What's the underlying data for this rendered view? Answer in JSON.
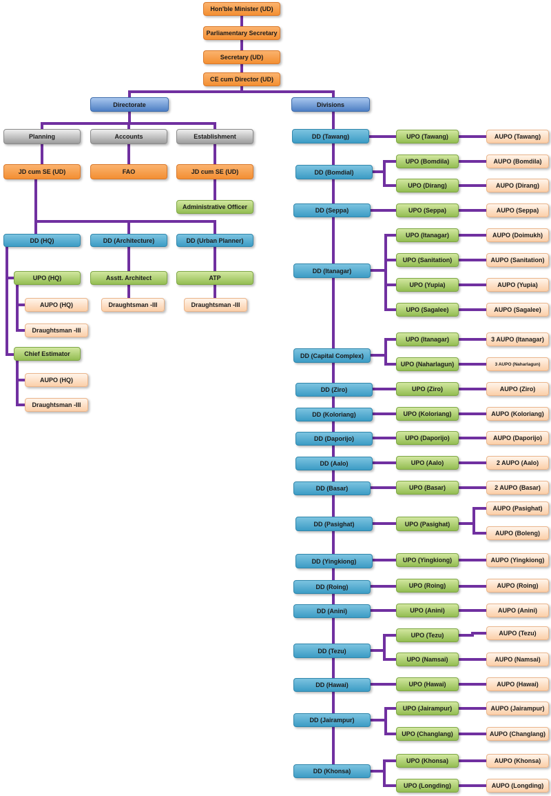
{
  "top": {
    "minister": "Hon'ble Minister (UD)",
    "parl_secretary": "Parliamentary Secretary",
    "secretary": "Secretary (UD)",
    "ce_director": "CE cum Director (UD)"
  },
  "branches": {
    "directorate": "Directorate",
    "divisions": "Divisions"
  },
  "directorate": {
    "planning": "Planning",
    "accounts": "Accounts",
    "establishment": "Establishment",
    "jd_planning": "JD cum SE (UD)",
    "fao": "FAO",
    "jd_establishment": "JD cum SE (UD)",
    "admin_officer": "Administrative Officer",
    "dd_hq": "DD (HQ)",
    "dd_architecture": "DD (Architecture)",
    "dd_urban_planner": "DD (Urban Planner)",
    "upo_hq": "UPO (HQ)",
    "aupo_hq_1": "AUPO (HQ)",
    "draughtsman_1": "Draughtsman -III",
    "chief_estimator": "Chief Estimator",
    "aupo_hq_2": "AUPO (HQ)",
    "draughtsman_2": "Draughtsman -III",
    "asstt_architect": "Asstt. Architect",
    "draughtsman_arch": "Draughtsman -III",
    "atp": "ATP",
    "draughtsman_atp": "Draughtsman -III"
  },
  "divisions": [
    {
      "dd": "DD (Tawang)",
      "upos": [
        {
          "upo": "UPO (Tawang)",
          "aupos": [
            "AUPO (Tawang)"
          ]
        }
      ]
    },
    {
      "dd": "DD (Bomdial)",
      "upos": [
        {
          "upo": "UPO (Bomdila)",
          "aupos": [
            "AUPO (Bomdila)"
          ]
        },
        {
          "upo": "UPO (Dirang)",
          "aupos": [
            "AUPO (Dirang)"
          ]
        }
      ]
    },
    {
      "dd": "DD (Seppa)",
      "upos": [
        {
          "upo": "UPO (Seppa)",
          "aupos": [
            "AUPO (Seppa)"
          ]
        }
      ]
    },
    {
      "dd": "DD (Itanagar)",
      "upos": [
        {
          "upo": "UPO (Itanagar)",
          "aupos": [
            "AUPO (Doimukh)"
          ]
        },
        {
          "upo": "UPO (Sanitation)",
          "aupos": [
            "AUPO (Sanitation)"
          ]
        },
        {
          "upo": "UPO (Yupia)",
          "aupos": [
            "AUPO (Yupia)"
          ]
        },
        {
          "upo": "UPO (Sagalee)",
          "aupos": [
            "AUPO (Sagalee)"
          ]
        }
      ]
    },
    {
      "dd": "DD (Capital Complex)",
      "upos": [
        {
          "upo": "UPO (Itanagar)",
          "aupos": [
            "3 AUPO (Itanagar)"
          ]
        },
        {
          "upo": "UPO (Naharlagun)",
          "aupos": [
            "3 AUPO (Naharlagun)"
          ]
        }
      ]
    },
    {
      "dd": "DD (Ziro)",
      "upos": [
        {
          "upo": "UPO (Ziro)",
          "aupos": [
            "AUPO (Ziro)"
          ]
        }
      ]
    },
    {
      "dd": "DD (Koloriang)",
      "upos": [
        {
          "upo": "UPO (Koloriang)",
          "aupos": [
            "AUPO (Koloriang)"
          ]
        }
      ]
    },
    {
      "dd": "DD (Daporijo)",
      "upos": [
        {
          "upo": "UPO (Daporijo)",
          "aupos": [
            "AUPO (Daporijo)"
          ]
        }
      ]
    },
    {
      "dd": "DD (Aalo)",
      "upos": [
        {
          "upo": "UPO (Aalo)",
          "aupos": [
            "2 AUPO (Aalo)"
          ]
        }
      ]
    },
    {
      "dd": "DD (Basar)",
      "upos": [
        {
          "upo": "UPO (Basar)",
          "aupos": [
            "2 AUPO (Basar)"
          ]
        }
      ]
    },
    {
      "dd": "DD (Pasighat)",
      "upos": [
        {
          "upo": "UPO (Pasighat)",
          "aupos": [
            "AUPO (Pasighat)",
            "AUPO (Boleng)"
          ]
        }
      ]
    },
    {
      "dd": "DD (Yingkiong)",
      "upos": [
        {
          "upo": "UPO (Yingkiong)",
          "aupos": [
            "AUPO (Yingkiong)"
          ]
        }
      ]
    },
    {
      "dd": "DD (Roing)",
      "upos": [
        {
          "upo": "UPO (Roing)",
          "aupos": [
            "AUPO (Roing)"
          ]
        }
      ]
    },
    {
      "dd": "DD (Anini)",
      "upos": [
        {
          "upo": "UPO (Anini)",
          "aupos": [
            "AUPO (Anini)"
          ]
        }
      ]
    },
    {
      "dd": "DD (Tezu)",
      "upos": [
        {
          "upo": "UPO (Tezu)",
          "aupos": [
            "AUPO (Tezu)"
          ]
        },
        {
          "upo": "UPO (Namsai)",
          "aupos": [
            "AUPO (Namsai)"
          ]
        }
      ]
    },
    {
      "dd": "DD (Hawai)",
      "upos": [
        {
          "upo": "UPO (Hawai)",
          "aupos": [
            "AUPO (Hawai)"
          ]
        }
      ]
    },
    {
      "dd": "DD (Jairampur)",
      "upos": [
        {
          "upo": "UPO (Jairampur)",
          "aupos": [
            "AUPO (Jairampur)"
          ]
        },
        {
          "upo": "UPO (Changlang)",
          "aupos": [
            "AUPO (Changlang)"
          ]
        }
      ]
    },
    {
      "dd": "DD (Khonsa)",
      "upos": [
        {
          "upo": "UPO (Khonsa)",
          "aupos": [
            "AUPO (Khonsa)"
          ]
        },
        {
          "upo": "UPO (Longding)",
          "aupos": [
            "AUPO (Longding)"
          ]
        }
      ]
    }
  ],
  "colors": {
    "connector": "#7030a0",
    "orange": "#f79646",
    "blue": "#4bacc6",
    "dark_blue": "#4f81bd",
    "green": "#9bbb59",
    "peach": "#fcd5b4",
    "grey": "#a6a6a6"
  }
}
